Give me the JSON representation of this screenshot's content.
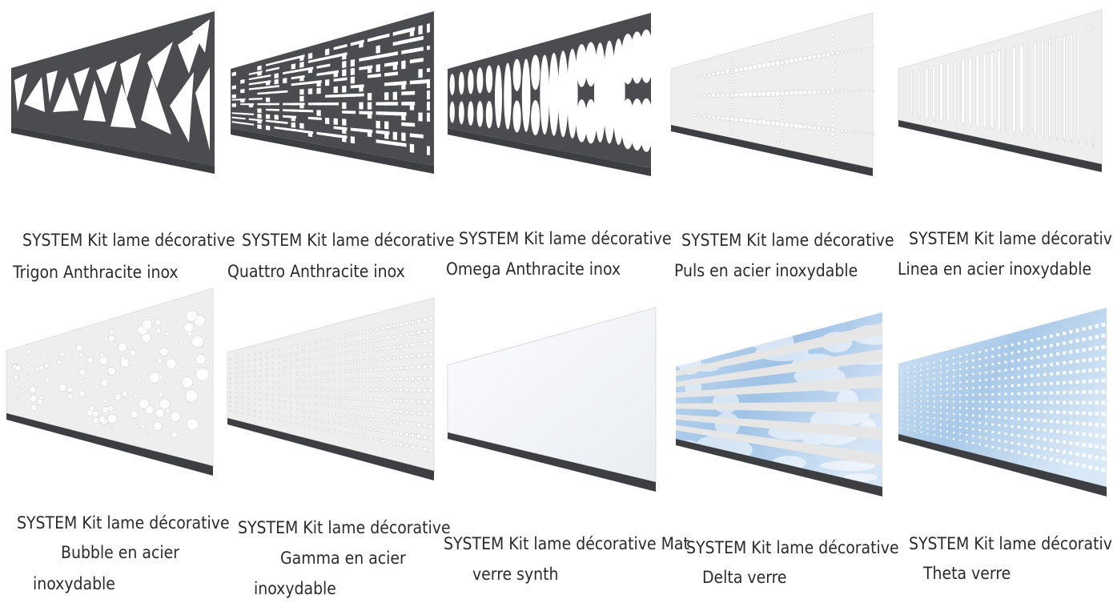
{
  "panels": [
    {
      "id": "trigon",
      "line1": "SYSTEM Kit lame décorative",
      "line2": "Trigon Anthracite inox",
      "line3": ""
    },
    {
      "id": "quattro",
      "line1": "SYSTEM Kit lame décorative",
      "line2": "Quattro Anthracite inox",
      "line3": ""
    },
    {
      "id": "omega",
      "line1": "SYSTEM Kit lame décorative",
      "line2": "Omega Anthracite inox",
      "line3": ""
    },
    {
      "id": "puls",
      "line1": "SYSTEM Kit lame décorative",
      "line2": "Puls en acier inoxydable",
      "line3": ""
    },
    {
      "id": "linea",
      "line1": "SYSTEM Kit lame décorative",
      "line2": "Linea en acier inoxydable",
      "line3": ""
    },
    {
      "id": "bubble",
      "line1": "SYSTEM Kit lame décorative",
      "line2": "Bubble en acier",
      "line3": "inoxydable"
    },
    {
      "id": "gamma",
      "line1": "SYSTEM Kit lame décorative",
      "line2": "Gamma en acier",
      "line3": "inoxydable"
    },
    {
      "id": "mat",
      "line1": "SYSTEM Kit lame décorative Mat",
      "line2": "verre synth",
      "line3": ""
    },
    {
      "id": "delta",
      "line1": "SYSTEM Kit lame décorative",
      "line2": "Delta verre",
      "line3": ""
    },
    {
      "id": "theta",
      "line1": "SYSTEM Kit lame décorative",
      "line2": "Theta verre",
      "line3": ""
    }
  ],
  "colors": {
    "anthracite": "#4a4c4f",
    "steel": "#eeeeee",
    "rail": "#3c3e41",
    "glass": "#f4f6f9",
    "sky": "#b9d3ec",
    "text": "#2b2b2b"
  }
}
